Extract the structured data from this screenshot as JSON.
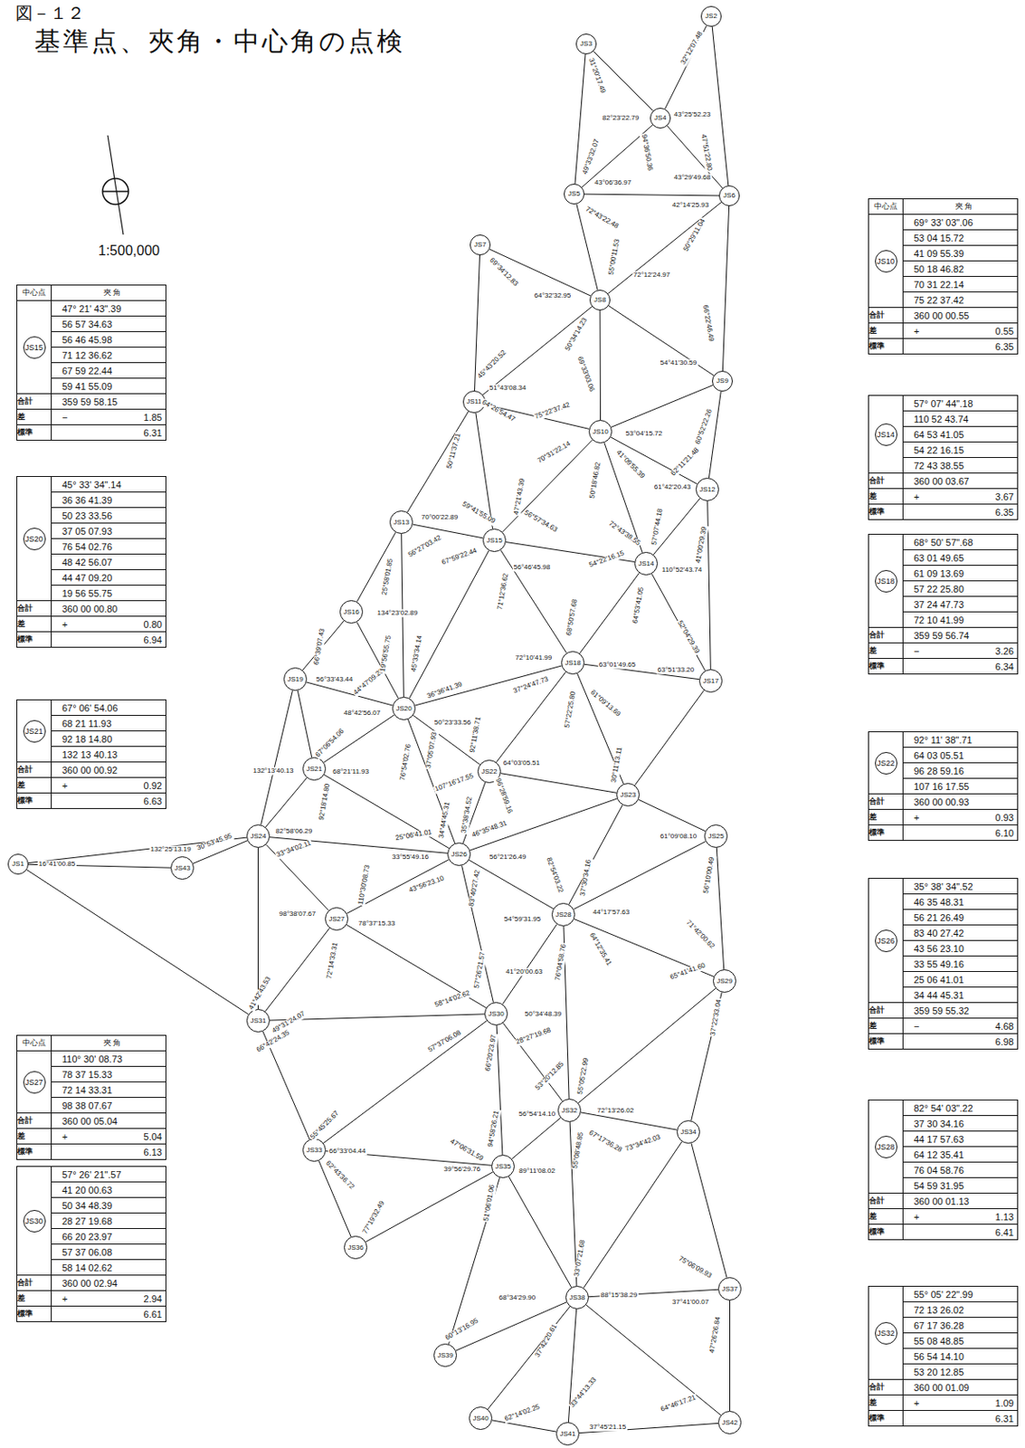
{
  "diagram": {
    "title": "基準点、夾角・中心角の点検",
    "nodes": [
      {
        "text": [
          "JS1"
        ]
      },
      {
        "text": [
          "JS2"
        ]
      },
      {
        "text": [
          "JS3"
        ]
      },
      {
        "text": [
          "JS4"
        ]
      },
      {
        "text": [
          "JS5"
        ]
      },
      {
        "text": [
          "JS6"
        ]
      },
      {
        "text": [
          "JS7"
        ]
      },
      {
        "text": [
          "JS8"
        ]
      },
      {
        "text": [
          "JS9"
        ]
      },
      {
        "text": [
          "JS10"
        ]
      },
      {
        "text": [
          "JS11"
        ]
      },
      {
        "text": [
          "JS12"
        ]
      },
      {
        "text": [
          "JS13"
        ]
      },
      {
        "text": [
          "JS14"
        ]
      },
      {
        "text": [
          "JS15"
        ]
      },
      {
        "text": [
          "JS16"
        ]
      },
      {
        "text": [
          "JS17"
        ]
      },
      {
        "text": [
          "JS18"
        ]
      },
      {
        "text": [
          "JS19"
        ]
      },
      {
        "text": [
          "JS20"
        ]
      },
      {
        "text": [
          "JS21"
        ]
      },
      {
        "text": [
          "JS22"
        ]
      },
      {
        "text": [
          "JS23"
        ]
      },
      {
        "text": [
          "JS24"
        ]
      },
      {
        "text": [
          "JS25"
        ]
      },
      {
        "text": [
          "JS26"
        ]
      },
      {
        "text": [
          "JS27"
        ]
      },
      {
        "text": [
          "JS28"
        ]
      },
      {
        "text": [
          "JS29"
        ]
      },
      {
        "text": [
          "JS30"
        ]
      },
      {
        "text": [
          "JS31"
        ]
      },
      {
        "text": [
          "JS32"
        ]
      },
      {
        "text": [
          "JS33"
        ]
      },
      {
        "text": [
          "JS34"
        ]
      },
      {
        "text": [
          "JS35"
        ]
      },
      {
        "text": [
          "JS36"
        ]
      },
      {
        "text": [
          "JS37"
        ]
      },
      {
        "text": [
          "JS38"
        ]
      },
      {
        "text": [
          "JS39"
        ]
      },
      {
        "text": [
          "JS40"
        ]
      },
      {
        "text": [
          "JS41"
        ]
      },
      {
        "text": [
          "JS42"
        ]
      },
      {
        "text": [
          "JS43"
        ]
      }
    ],
    "edges": [
      {
        "from": 2,
        "to": 3,
        "arrow": "none"
      },
      {
        "from": 2,
        "to": 4,
        "arrow": "none"
      },
      {
        "from": 1,
        "to": 3,
        "arrow": "none"
      },
      {
        "from": 1,
        "to": 5,
        "arrow": "none"
      },
      {
        "from": 3,
        "to": 4,
        "arrow": "none"
      },
      {
        "from": 3,
        "to": 5,
        "arrow": "none"
      },
      {
        "from": 4,
        "to": 5,
        "arrow": "none"
      },
      {
        "from": 4,
        "to": 7,
        "arrow": "none"
      },
      {
        "from": 5,
        "to": 7,
        "arrow": "none"
      },
      {
        "from": 5,
        "to": 8,
        "arrow": "none"
      },
      {
        "from": 6,
        "to": 7,
        "arrow": "none"
      },
      {
        "from": 6,
        "to": 10,
        "arrow": "none"
      },
      {
        "from": 7,
        "to": 10,
        "arrow": "none"
      },
      {
        "from": 7,
        "to": 9,
        "arrow": "none"
      },
      {
        "from": 7,
        "to": 8,
        "arrow": "none"
      },
      {
        "from": 8,
        "to": 9,
        "arrow": "none"
      },
      {
        "from": 8,
        "to": 11,
        "arrow": "none"
      },
      {
        "from": 9,
        "to": 10,
        "arrow": "none"
      },
      {
        "from": 9,
        "to": 11,
        "arrow": "none"
      },
      {
        "from": 9,
        "to": 14,
        "arrow": "none"
      },
      {
        "from": 9,
        "to": 13,
        "arrow": "none"
      },
      {
        "from": 10,
        "to": 12,
        "arrow": "none"
      },
      {
        "from": 10,
        "to": 14,
        "arrow": "none"
      },
      {
        "from": 11,
        "to": 13,
        "arrow": "none"
      },
      {
        "from": 11,
        "to": 16,
        "arrow": "none"
      },
      {
        "from": 12,
        "to": 14,
        "arrow": "none"
      },
      {
        "from": 12,
        "to": 15,
        "arrow": "none"
      },
      {
        "from": 12,
        "to": 19,
        "arrow": "none"
      },
      {
        "from": 13,
        "to": 14,
        "arrow": "none"
      },
      {
        "from": 13,
        "to": 17,
        "arrow": "none"
      },
      {
        "from": 13,
        "to": 16,
        "arrow": "none"
      },
      {
        "from": 14,
        "to": 19,
        "arrow": "none"
      },
      {
        "from": 14,
        "to": 17,
        "arrow": "none"
      },
      {
        "from": 15,
        "to": 18,
        "arrow": "none"
      },
      {
        "from": 15,
        "to": 19,
        "arrow": "none"
      },
      {
        "from": 16,
        "to": 17,
        "arrow": "none"
      },
      {
        "from": 16,
        "to": 22,
        "arrow": "none"
      },
      {
        "from": 17,
        "to": 19,
        "arrow": "none"
      },
      {
        "from": 17,
        "to": 21,
        "arrow": "none"
      },
      {
        "from": 17,
        "to": 22,
        "arrow": "none"
      },
      {
        "from": 18,
        "to": 19,
        "arrow": "none"
      },
      {
        "from": 18,
        "to": 20,
        "arrow": "none"
      },
      {
        "from": 18,
        "to": 23,
        "arrow": "none"
      },
      {
        "from": 19,
        "to": 20,
        "arrow": "none"
      },
      {
        "from": 19,
        "to": 21,
        "arrow": "none"
      },
      {
        "from": 19,
        "to": 25,
        "arrow": "none"
      },
      {
        "from": 20,
        "to": 23,
        "arrow": "none"
      },
      {
        "from": 20,
        "to": 25,
        "arrow": "none"
      },
      {
        "from": 21,
        "to": 22,
        "arrow": "none"
      },
      {
        "from": 21,
        "to": 25,
        "arrow": "none"
      },
      {
        "from": 22,
        "to": 25,
        "arrow": "none"
      },
      {
        "from": 22,
        "to": 24,
        "arrow": "none"
      },
      {
        "from": 22,
        "to": 27,
        "arrow": "none"
      },
      {
        "from": 23,
        "to": 25,
        "arrow": "none"
      },
      {
        "from": 23,
        "to": 26,
        "arrow": "none"
      },
      {
        "from": 23,
        "to": 30,
        "arrow": "none"
      },
      {
        "from": 0,
        "to": 23,
        "arrow": "none"
      },
      {
        "from": 23,
        "to": 42,
        "arrow": "none"
      },
      {
        "from": 0,
        "to": 42,
        "arrow": "none"
      },
      {
        "from": 0,
        "to": 30,
        "arrow": "none"
      },
      {
        "from": 24,
        "to": 27,
        "arrow": "none"
      },
      {
        "from": 24,
        "to": 28,
        "arrow": "none"
      },
      {
        "from": 25,
        "to": 26,
        "arrow": "none"
      },
      {
        "from": 25,
        "to": 27,
        "arrow": "none"
      },
      {
        "from": 25,
        "to": 29,
        "arrow": "none"
      },
      {
        "from": 26,
        "to": 30,
        "arrow": "none"
      },
      {
        "from": 26,
        "to": 29,
        "arrow": "none"
      },
      {
        "from": 27,
        "to": 28,
        "arrow": "none"
      },
      {
        "from": 27,
        "to": 29,
        "arrow": "none"
      },
      {
        "from": 27,
        "to": 31,
        "arrow": "none"
      },
      {
        "from": 28,
        "to": 31,
        "arrow": "none"
      },
      {
        "from": 28,
        "to": 33,
        "arrow": "none"
      },
      {
        "from": 29,
        "to": 30,
        "arrow": "none"
      },
      {
        "from": 29,
        "to": 32,
        "arrow": "none"
      },
      {
        "from": 29,
        "to": 34,
        "arrow": "none"
      },
      {
        "from": 29,
        "to": 31,
        "arrow": "none"
      },
      {
        "from": 30,
        "to": 32,
        "arrow": "none"
      },
      {
        "from": 31,
        "to": 33,
        "arrow": "none"
      },
      {
        "from": 31,
        "to": 34,
        "arrow": "none"
      },
      {
        "from": 31,
        "to": 37,
        "arrow": "none"
      },
      {
        "from": 32,
        "to": 34,
        "arrow": "none"
      },
      {
        "from": 32,
        "to": 35,
        "arrow": "none"
      },
      {
        "from": 33,
        "to": 36,
        "arrow": "none"
      },
      {
        "from": 33,
        "to": 37,
        "arrow": "none"
      },
      {
        "from": 34,
        "to": 35,
        "arrow": "none"
      },
      {
        "from": 34,
        "to": 37,
        "arrow": "none"
      },
      {
        "from": 34,
        "to": 38,
        "arrow": "none"
      },
      {
        "from": 36,
        "to": 37,
        "arrow": "none"
      },
      {
        "from": 36,
        "to": 41,
        "arrow": "none"
      },
      {
        "from": 37,
        "to": 38,
        "arrow": "none"
      },
      {
        "from": 37,
        "to": 39,
        "arrow": "none"
      },
      {
        "from": 37,
        "to": 40,
        "arrow": "none"
      },
      {
        "from": 37,
        "to": 41,
        "arrow": "none"
      },
      {
        "from": 39,
        "to": 40,
        "arrow": "none"
      },
      {
        "from": 40,
        "to": 41,
        "arrow": "none"
      }
    ],
    "labels": [
      "図－１２",
      "1:500,000",
      "中心点",
      "夾 角",
      "JS15",
      "47° 21' 43\".39",
      "56 57 34.63",
      "56 46 45.98",
      "71 12 36.62",
      "67 59 22.44",
      "59 41 55.09",
      "合計",
      "359 59 58.15",
      "差",
      "−",
      "1.85",
      "標準",
      "6.31",
      "JS20",
      "45° 33' 34\".14",
      "36 36 41.39",
      "50 23 33.56",
      "37 05 07.93",
      "76 54 02.76",
      "48 42 56.07",
      "44 47 09.20",
      "19 56 55.75",
      "合計",
      "360 00 00.80",
      "差",
      "+",
      "0.80",
      "標準",
      "6.94",
      "JS21",
      "67° 06' 54.06",
      "68 21 11.93",
      "92 18 14.80",
      "132 13 40.13",
      "合計",
      "360 00 00.92",
      "差",
      "+",
      "0.92",
      "標準",
      "6.63",
      "中心点",
      "夾 角",
      "JS27",
      "110° 30' 08.73",
      "78 37 15.33",
      "72 14 33.31",
      "98 38 07.67",
      "合計",
      "360 00 05.04",
      "差",
      "+",
      "5.04",
      "標準",
      "6.13",
      "JS30",
      "57° 26' 21\".57",
      "41 20 00.63",
      "50 34 48.39",
      "28 27 19.68",
      "66 20 23.97",
      "57 37 06.08",
      "58 14 02.62",
      "合計",
      "360 00 02.94",
      "差",
      "+",
      "2.94",
      "標準",
      "6.61",
      "中心点",
      "夾 角",
      "JS10",
      "69° 33' 03\".06",
      "53 04 15.72",
      "41 09 55.39",
      "50 18 46.82",
      "70 31 22.14",
      "75 22 37.42",
      "合計",
      "360 00 00.55",
      "差",
      "+",
      "0.55",
      "標準",
      "6.35",
      "JS14",
      "57° 07' 44\".18",
      "110 52 43.74",
      "64 53 41.05",
      "54 22 16.15",
      "72 43 38.55",
      "合計",
      "360 00 03.67",
      "差",
      "+",
      "3.67",
      "標準",
      "6.35",
      "JS18",
      "68° 50' 57\".68",
      "63 01 49.65",
      "61 09 13.69",
      "57 22 25.80",
      "37 24 47.73",
      "72 10 41.99",
      "合計",
      "359 59 56.74",
      "差",
      "−",
      "3.26",
      "標準",
      "6.34",
      "JS22",
      "92° 11' 38\".71",
      "64 03 05.51",
      "96 28 59.16",
      "107 16 17.55",
      "合計",
      "360 00 00.93",
      "差",
      "+",
      "0.93",
      "標準",
      "6.10",
      "JS26",
      "35° 38' 34\".52",
      "46 35 48.31",
      "56 21 26.49",
      "83 40 27.42",
      "43 56 23.10",
      "33 55 49.16",
      "25 06 41.01",
      "34 44 45.31",
      "合計",
      "359 59 55.32",
      "差",
      "−",
      "4.68",
      "標準",
      "6.98",
      "JS28",
      "82° 54' 03\".22",
      "37 30 34.16",
      "44 17 57.63",
      "64 12 35.41",
      "76 04 58.76",
      "54 59 31.95",
      "合計",
      "360 00 01.13",
      "差",
      "+",
      "1.13",
      "標準",
      "6.41",
      "JS32",
      "55° 05' 22\".99",
      "72 13 26.02",
      "67 17 36.28",
      "55 08 48.85",
      "56 54 14.10",
      "53 20 12.85",
      "合計",
      "360 00 01.09",
      "差",
      "+",
      "1.09",
      "標準",
      "6.31",
      "31°20'17.49",
      "32°12'07.48",
      "82°23'22.79",
      "43°25'52.23",
      "49°33'32.07",
      "94°36'50.36",
      "43°06'36.97",
      "47°51'22.80",
      "43°29'49.68",
      "42°14'25.93",
      "72°43'22.48",
      "55°00'11.53",
      "50°29'11.04",
      "72°12'24.97",
      "69°34'12.83",
      "64°32'32.95",
      "50°34'14.23",
      "66°22'46.49",
      "54°41'30.59",
      "45°43'20.52",
      "51°43'08.34",
      "64°26'54.47",
      "60°52'22.26",
      "50°11'37.21",
      "62°11'21.48",
      "61°42'20.43",
      "69°33'03.06",
      "75°22'37.42",
      "53°04'15.72",
      "41°09'55.39",
      "50°18'46.82",
      "70°31'22.14",
      "70°00'22.89",
      "56°27'03.42",
      "41°00'29.39",
      "47°21'43.39",
      "59°41'55.09",
      "56°57'34.63",
      "56°46'45.98",
      "71°12'36.62",
      "67°59'22.44",
      "57°07'44.18",
      "72°43'38.55",
      "110°52'43.74",
      "64°53'41.05",
      "54°22'16.15",
      "25°58'01.85",
      "134°23'02.89",
      "66°39'07.43",
      "56°33'43.44",
      "44°47'09.20",
      "19°56'55.75",
      "45°33'34.14",
      "36°36'41.39",
      "50°23'33.56",
      "37°05'07.93",
      "76°54'02.76",
      "48°42'56.07",
      "68°50'57.68",
      "72°10'41.99",
      "63°01'49.65",
      "61°09'13.69",
      "57°22'25.80",
      "37°24'47.73",
      "52°04'29.39",
      "63°51'33.20",
      "67°06'54.06",
      "68°21'11.93",
      "92°18'14.80",
      "132°13'40.13",
      "92°11'38.71",
      "64°03'05.51",
      "96°28'59.16",
      "107°16'17.55",
      "30°11'13.11",
      "61°09'08.10",
      "56°10'00.49",
      "71°42'00.62",
      "65°41'41.60",
      "37°22'33.04",
      "25°06'41.01",
      "34°44'45.31",
      "35°38'34.52",
      "46°35'48.31",
      "56°21'26.49",
      "83°40'27.42",
      "43°56'23.10",
      "33°55'49.16",
      "16°41'00.85",
      "132°25'13.19",
      "30°53'45.95",
      "82°58'06.29",
      "33°34'02.11",
      "110°30'08.73",
      "78°37'15.33",
      "72°14'33.31",
      "98°38'07.67",
      "82°54'03.22",
      "37°30'34.16",
      "44°17'57.63",
      "64°12'35.41",
      "76°04'58.76",
      "54°59'31.95",
      "57°26'21.57",
      "41°20'00.63",
      "50°34'48.39",
      "28°27'19.68",
      "66°20'23.97",
      "57°37'06.08",
      "58°14'02.62",
      "41°42'43.53",
      "49°31'24.07",
      "66°42'24.35",
      "55°45'25.67",
      "66°33'04.44",
      "62°43'36.72",
      "77°19'32.49",
      "53°20'12.85",
      "55°05'22.99",
      "72°13'26.02",
      "67°17'36.28",
      "55°08'48.85",
      "56°54'14.10",
      "47°06'31.59",
      "39°56'29.76",
      "94°58'26.21",
      "89°11'08.02",
      "51°06'01.06",
      "73°34'42.03",
      "75°06'09.93",
      "37°41'00.07",
      "47°26'26.84",
      "33°07'21.68",
      "68°34'29.90",
      "88°15'38.29",
      "60°13'16.95",
      "37°42'20.61",
      "64°46'17.21",
      "62°14'02.25",
      "33°44'13.33",
      "37°45'21.15"
    ]
  }
}
